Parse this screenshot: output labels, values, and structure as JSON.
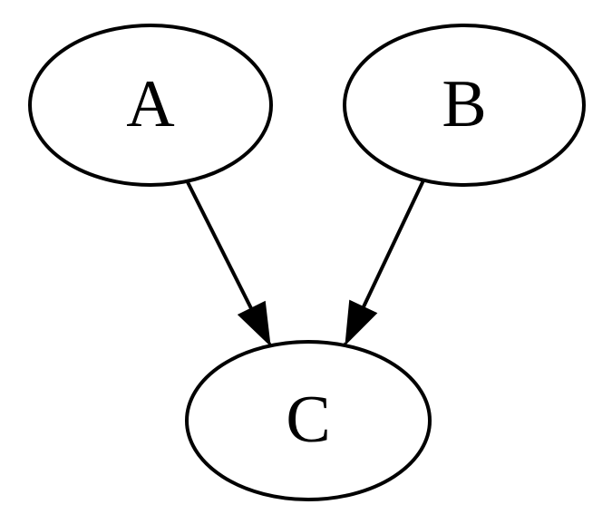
{
  "diagram": {
    "type": "directed-graph",
    "background_color": "#ffffff",
    "stroke_color": "#000000",
    "node_fill_color": "#ffffff",
    "nodes": [
      {
        "id": "A",
        "label": "A",
        "shape": "ellipse"
      },
      {
        "id": "B",
        "label": "B",
        "shape": "ellipse"
      },
      {
        "id": "C",
        "label": "C",
        "shape": "ellipse"
      }
    ],
    "edges": [
      {
        "from": "A",
        "to": "C",
        "directed": true,
        "arrowhead": "solid-triangle"
      },
      {
        "from": "B",
        "to": "C",
        "directed": true,
        "arrowhead": "solid-triangle"
      }
    ]
  }
}
